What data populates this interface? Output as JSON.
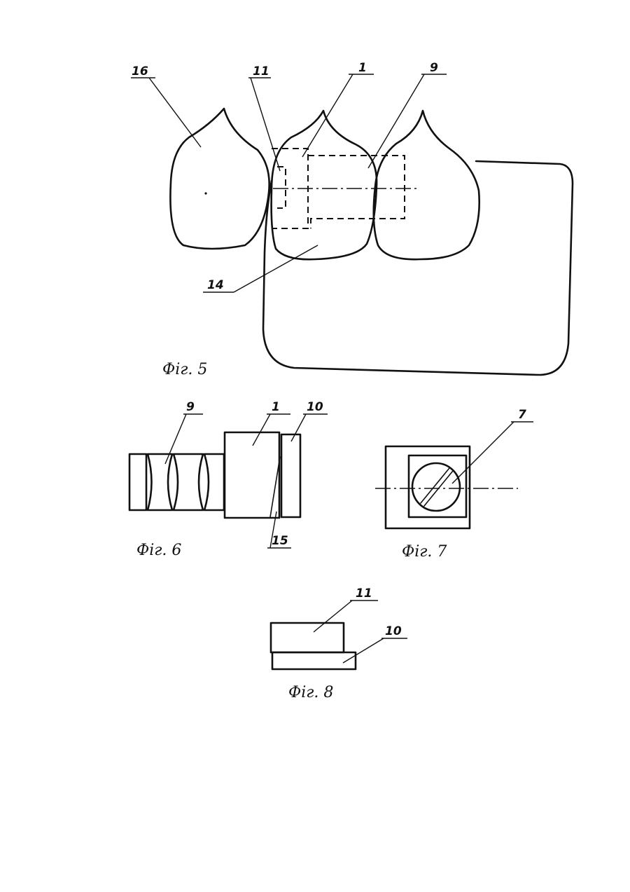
{
  "figures": {
    "fig5": {
      "caption": "Фіг. 5",
      "labels": {
        "l16": "16",
        "l11": "11",
        "l1": "1",
        "l9": "9",
        "l14": "14"
      }
    },
    "fig6": {
      "caption": "Фіг. 6",
      "labels": {
        "l9": "9",
        "l1": "1",
        "l10": "10",
        "l15": "15"
      }
    },
    "fig7": {
      "caption": "Фіг. 7",
      "labels": {
        "l7": "7"
      }
    },
    "fig8": {
      "caption": "Фіг. 8",
      "labels": {
        "l11": "11",
        "l10": "10"
      }
    }
  }
}
